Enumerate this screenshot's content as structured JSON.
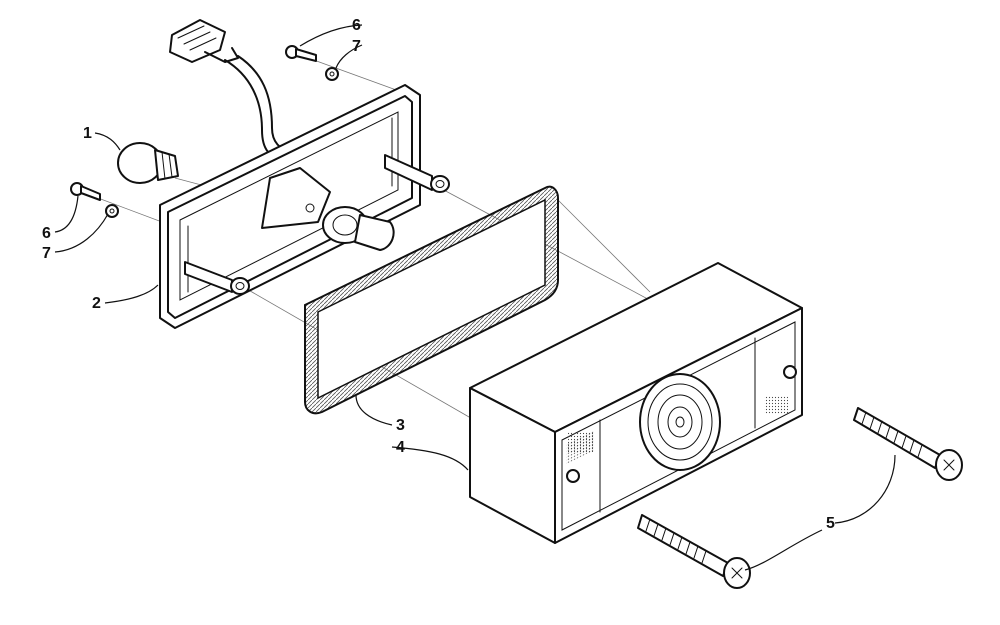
{
  "callouts": [
    {
      "id": "bulb",
      "label": "1"
    },
    {
      "id": "housing-base",
      "label": "2"
    },
    {
      "id": "gasket",
      "label": "3"
    },
    {
      "id": "lamp-body",
      "label": "4"
    },
    {
      "id": "long-screws",
      "label": "5"
    },
    {
      "id": "screw-top",
      "label": "6"
    },
    {
      "id": "washer-top",
      "label": "7"
    },
    {
      "id": "screw-left",
      "label": "6"
    },
    {
      "id": "washer-left",
      "label": "7"
    }
  ],
  "colors": {
    "line": "#111111",
    "background": "#ffffff",
    "hatch": "#555555"
  }
}
